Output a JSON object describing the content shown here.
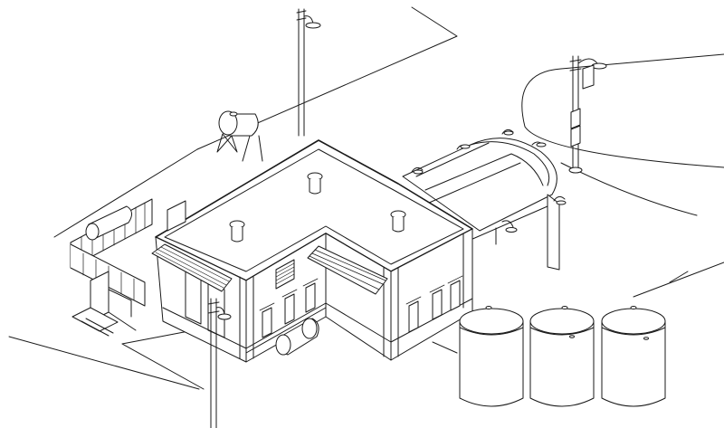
{
  "scene": {
    "line_color": "#1a1a1a",
    "background": "#ffffff"
  },
  "counts": {
    "storage_tanks": 3,
    "roof_vents": 4,
    "lamp_posts": 3,
    "propane_tanks": 2
  }
}
